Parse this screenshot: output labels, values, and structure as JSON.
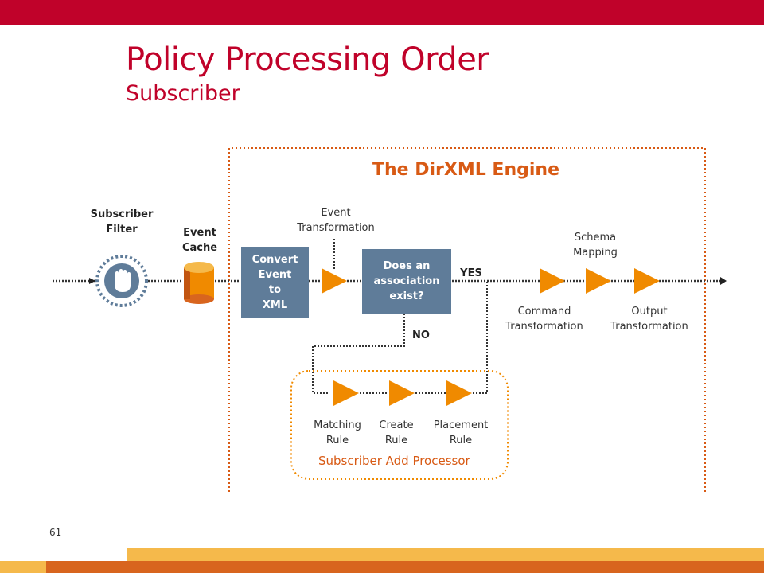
{
  "header": {
    "title": "Policy Processing Order",
    "subtitle": "Subscriber"
  },
  "engine": {
    "title": "The DirXML Engine"
  },
  "labels": {
    "subscriber_filter": "Subscriber\nFilter",
    "event_cache": "Event\nCache",
    "event_transformation": "Event\nTransformation",
    "schema_mapping": "Schema\nMapping",
    "command_transformation": "Command\nTransformation",
    "output_transformation": "Output\nTransformation",
    "yes": "YES",
    "no": "NO",
    "matching_rule": "Matching\nRule",
    "create_rule": "Create\nRule",
    "placement_rule": "Placement\nRule"
  },
  "boxes": {
    "convert": "Convert\nEvent\nto\nXML",
    "association": "Does an\nassociation\nexist?"
  },
  "add_processor": {
    "title": "Subscriber Add Processor"
  },
  "footer": {
    "page_number": "61"
  },
  "colors": {
    "brand_red": "#c0022a",
    "orange": "#d85a14",
    "arrow_orange": "#f08a00",
    "box_blue": "#5f7c99",
    "footer_light": "#f5b94b",
    "footer_dark": "#d8651e"
  }
}
